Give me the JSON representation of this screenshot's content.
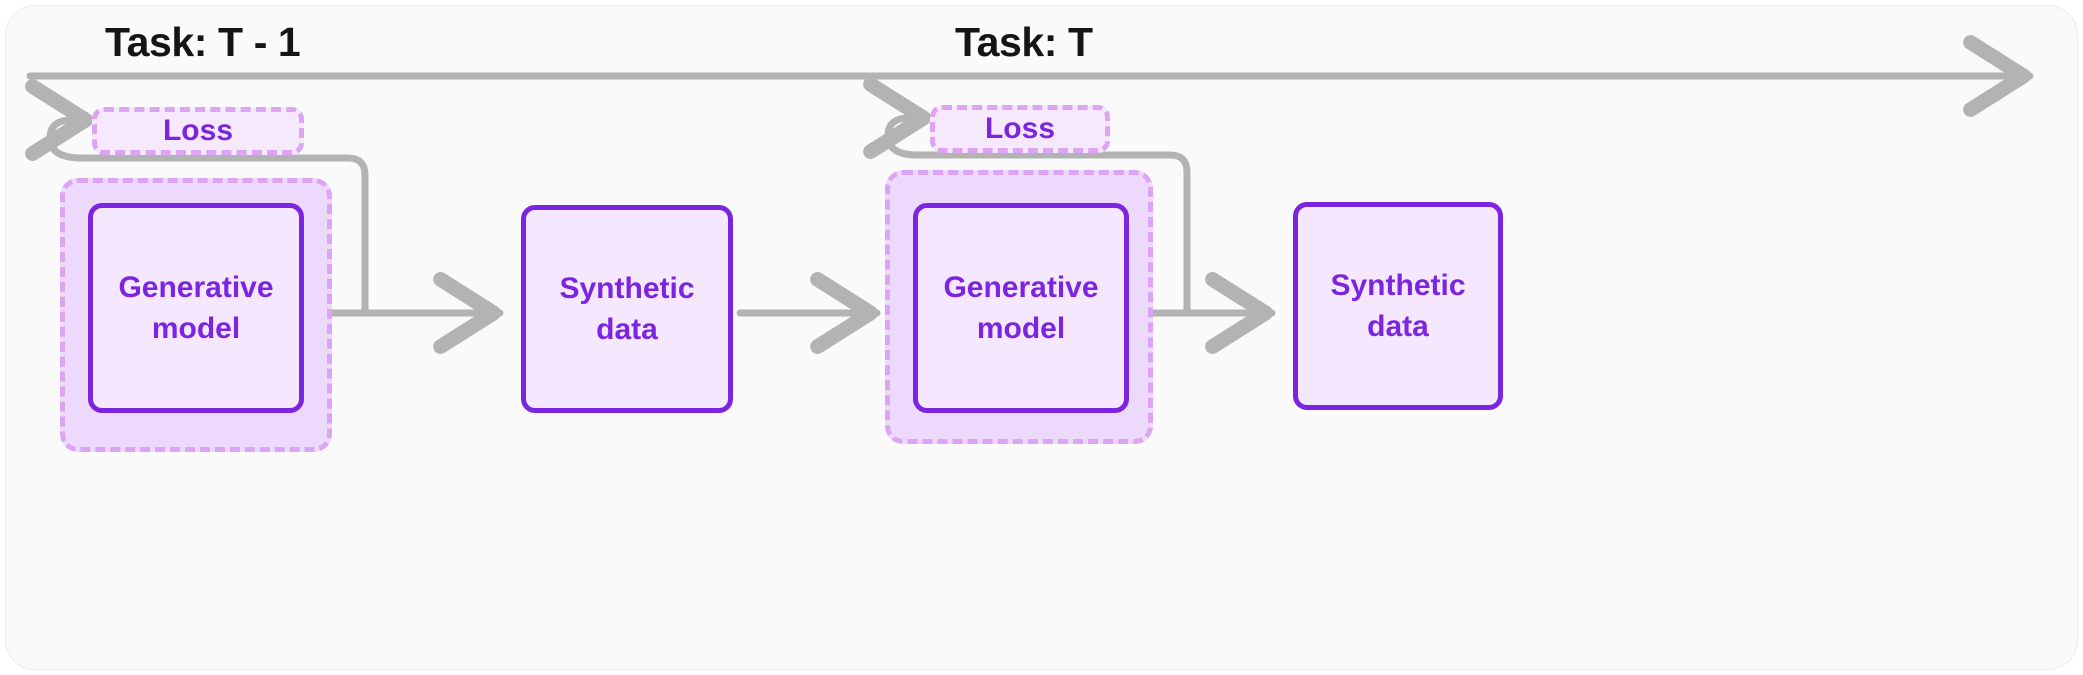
{
  "diagram": {
    "title_a": "Task: T - 1",
    "title_b": "Task: T",
    "colors": {
      "page_background": "#ffffff",
      "card_background": "#fafafa",
      "card_border": "#ececec",
      "node_border_solid": "#7c25e0",
      "node_fill_solid": "#f4e7fe",
      "node_text": "#7c25e0",
      "dashed_border": "#dda4f4",
      "dashed_fill": "#ecd9fc",
      "loss_fill": "#f6e9fe",
      "connector_gray": "#b3b3b3",
      "title_text": "#151515"
    },
    "timeline": {
      "name": "time-axis",
      "direction": "left-to-right"
    },
    "stages": [
      {
        "id": "task-t-minus-1",
        "title": "Task: T - 1",
        "loss_label": "Loss",
        "generative_model_label": "Generative\nmodel",
        "synthetic_data_label": "Synthetic\ndata"
      },
      {
        "id": "task-t",
        "title": "Task: T",
        "loss_label": "Loss",
        "generative_model_label": "Generative\nmodel",
        "synthetic_data_label": "Synthetic\ndata"
      }
    ]
  }
}
